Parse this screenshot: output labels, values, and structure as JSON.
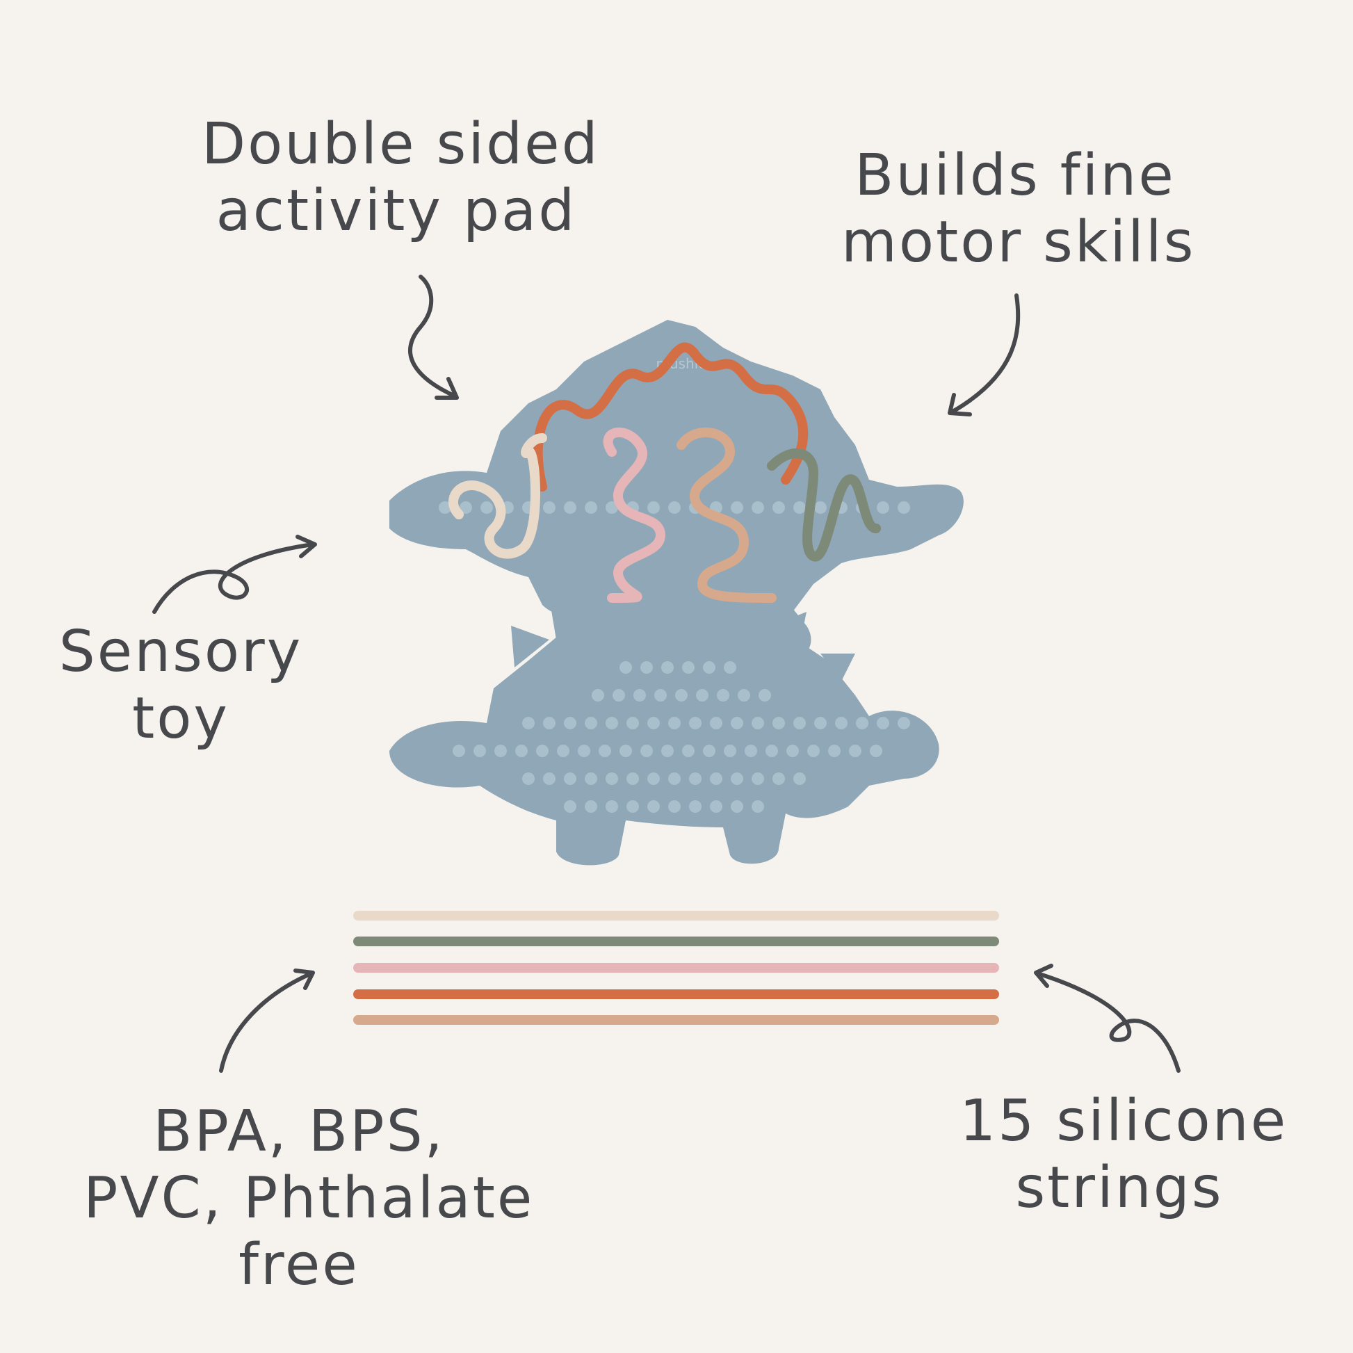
{
  "brand_mark": "mushie",
  "labels": {
    "double_sided": [
      "Double sided",
      "activity pad"
    ],
    "fine_motor": [
      "Builds fine",
      "motor skills"
    ],
    "sensory": [
      "Sensory",
      "toy"
    ],
    "safety": [
      "BPA, BPS,",
      "PVC, Phthalate",
      "free"
    ],
    "strings": [
      "15 silicone",
      "strings"
    ]
  },
  "colors": {
    "background": "#f6f3ef",
    "pad": "#8fa7b6",
    "nub": "#a9bfcc",
    "ink": "#47484b",
    "string_colors": [
      "#e8d9c9",
      "#7d8a78",
      "#e6b5b8",
      "#d46e45",
      "#d7a98c"
    ]
  }
}
